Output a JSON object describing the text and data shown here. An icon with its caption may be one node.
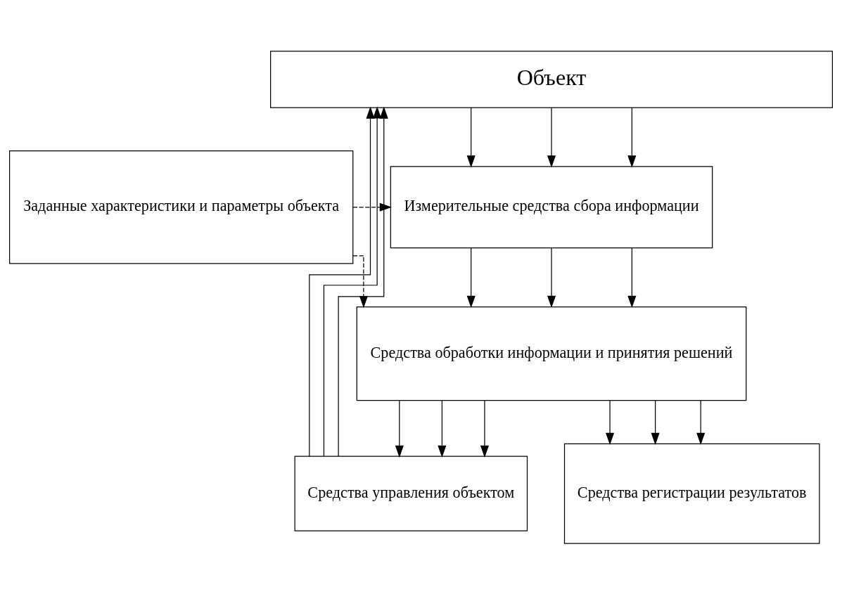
{
  "diagram": {
    "nodes": [
      {
        "text": [
          "Объект"
        ]
      },
      {
        "text": [
          "Измерительные средства сбора информации"
        ]
      },
      {
        "text": [
          "Средства обработки информации и принятия решений"
        ]
      },
      {
        "text": [
          "Заданные характеристики и параметры объекта"
        ]
      },
      {
        "text": [
          "Средства управления объектом"
        ]
      },
      {
        "text": [
          "Средства регистрации результатов"
        ]
      }
    ],
    "edges": [
      {
        "from": 0,
        "to": 1,
        "arrow": "to"
      },
      {
        "from": 0,
        "to": 1,
        "arrow": "to"
      },
      {
        "from": 0,
        "to": 1,
        "arrow": "to"
      },
      {
        "from": 3,
        "to": 1,
        "arrow": "to",
        "style": "dashed"
      },
      {
        "from": 3,
        "to": 2,
        "arrow": "to",
        "style": "dashed"
      },
      {
        "from": 1,
        "to": 2,
        "arrow": "to"
      },
      {
        "from": 1,
        "to": 2,
        "arrow": "to"
      },
      {
        "from": 1,
        "to": 2,
        "arrow": "to"
      },
      {
        "from": 4,
        "to": 0,
        "arrow": "to"
      },
      {
        "from": 4,
        "to": 0,
        "arrow": "to"
      },
      {
        "from": 4,
        "to": 0,
        "arrow": "to"
      },
      {
        "from": 2,
        "to": 4,
        "arrow": "to"
      },
      {
        "from": 2,
        "to": 5,
        "arrow": "to"
      },
      {
        "from": 2,
        "to": 4,
        "arrow": "to"
      },
      {
        "from": 2,
        "to": 5,
        "arrow": "to"
      },
      {
        "from": 2,
        "to": 4,
        "arrow": "to"
      },
      {
        "from": 2,
        "to": 5,
        "arrow": "to"
      }
    ]
  }
}
